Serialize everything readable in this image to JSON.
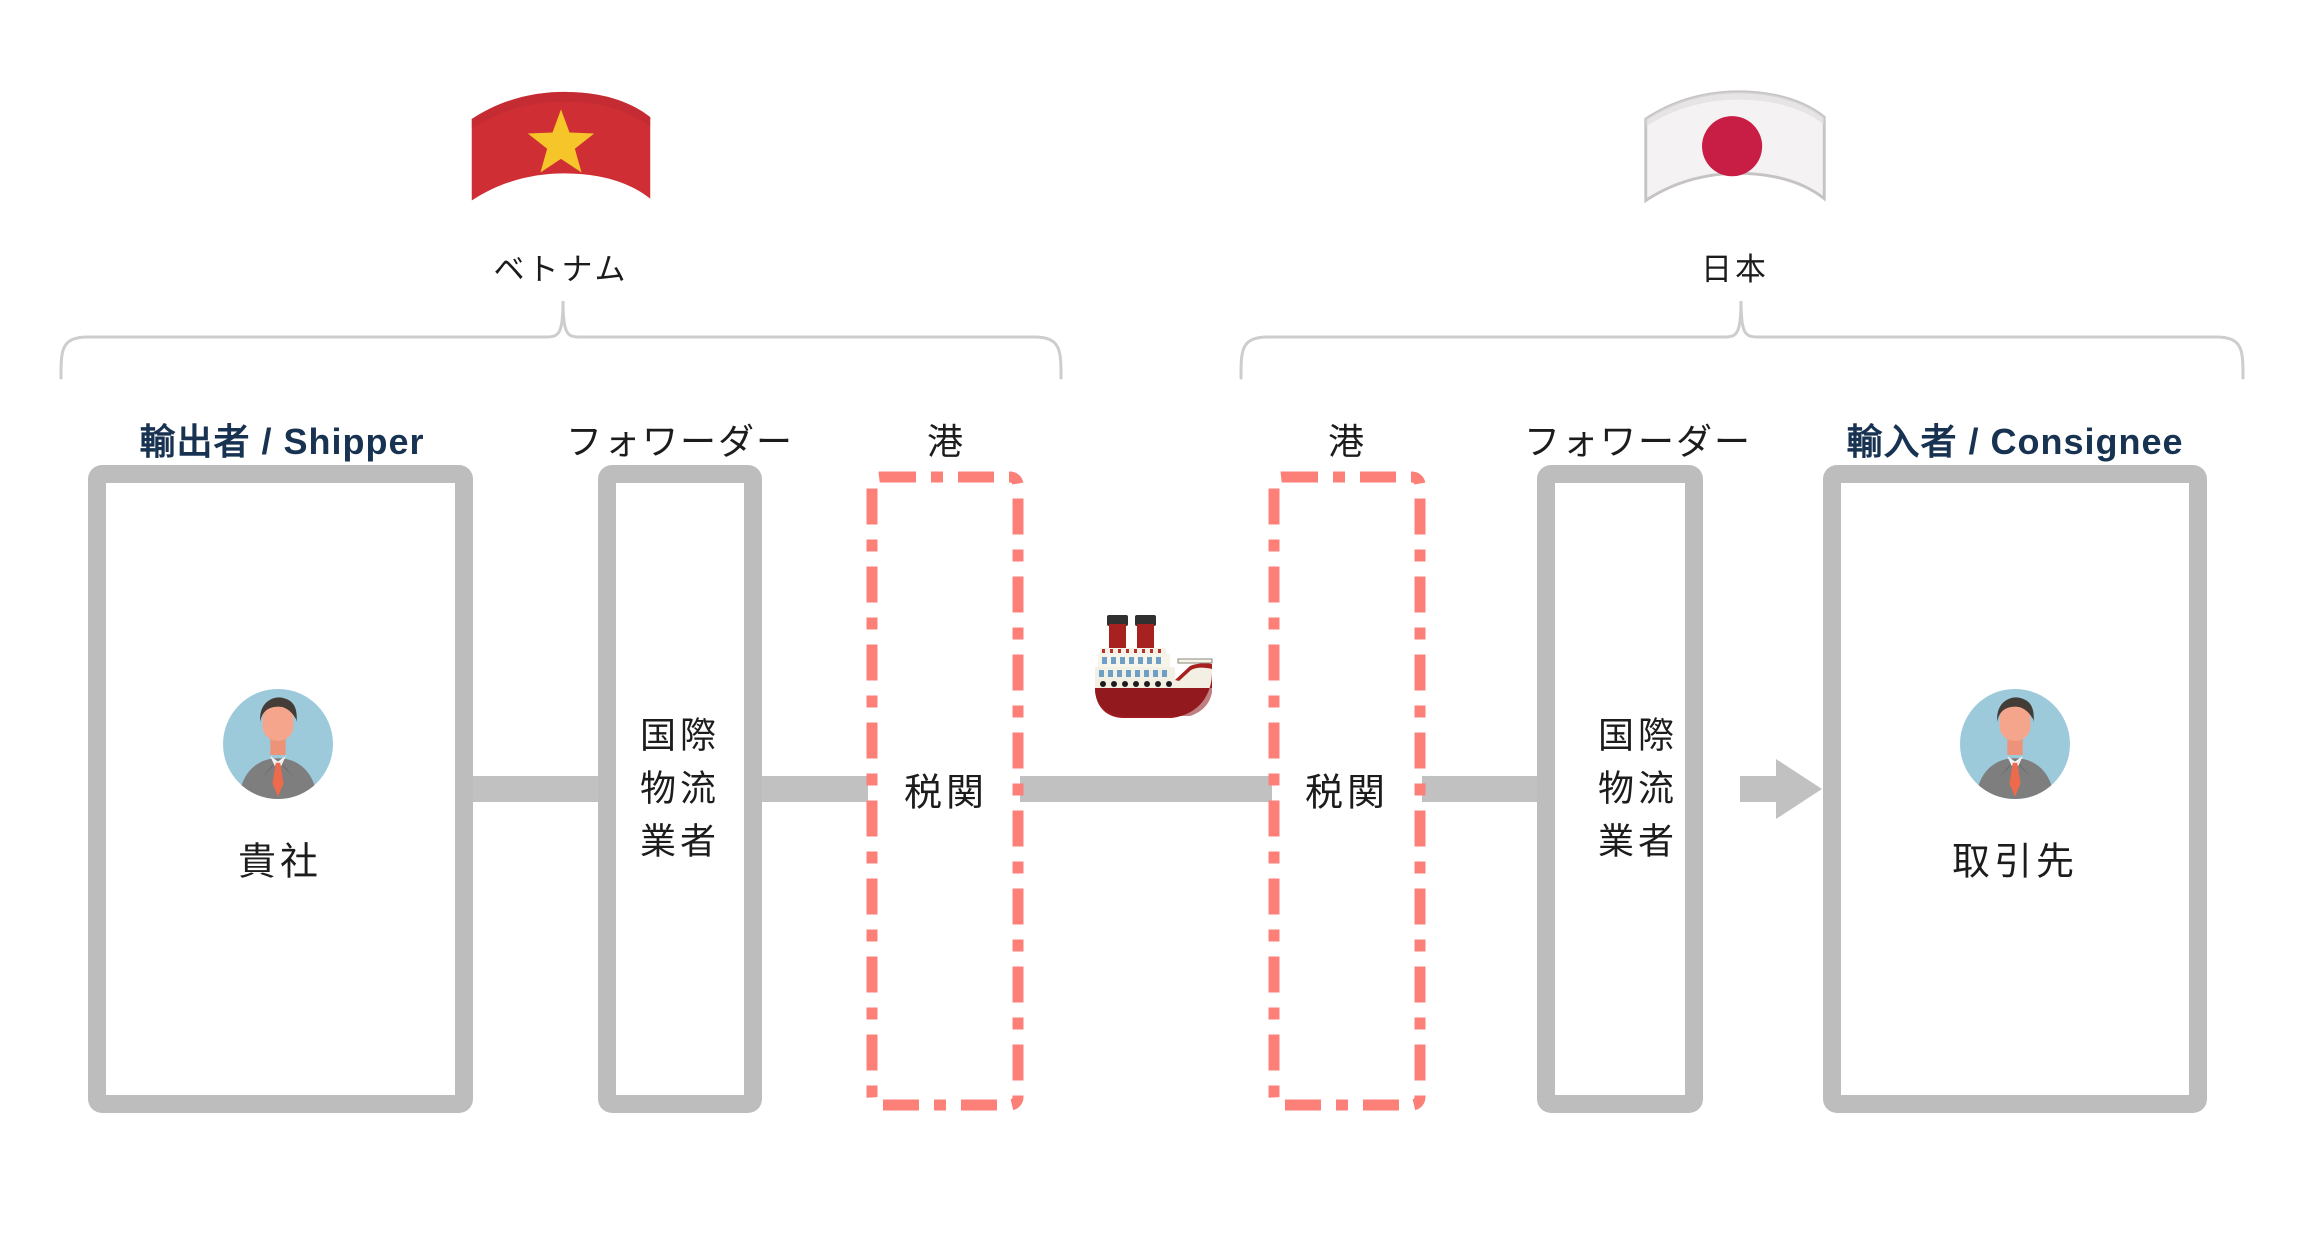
{
  "countries": {
    "vietnam": {
      "label": "ベトナム"
    },
    "japan": {
      "label": "日本"
    }
  },
  "column_labels": {
    "shipper": "輸出者 / Shipper",
    "forwarder": "フォワーダー",
    "port": "港",
    "consignee": "輸入者 / Consignee"
  },
  "box_contents": {
    "shipper": "貴社",
    "forwarder_lines": [
      "国際",
      "物流",
      "業者"
    ],
    "port": "税関",
    "consignee": "取引先"
  },
  "icons": {
    "vietnam_flag": "vietnam-flag",
    "japan_flag": "japan-flag",
    "ship": "passenger-ship",
    "avatar": "businessman-avatar"
  },
  "colors": {
    "accent_navy": "#183352",
    "box_border_gray": "#bdbdbd",
    "flow_line_gray": "#c1c1c1",
    "port_border_red": "#fc8078",
    "vietnam_flag_red": "#cf2e35",
    "vietnam_star_yellow": "#f6c52a",
    "japan_disc_red": "#c81d45"
  }
}
